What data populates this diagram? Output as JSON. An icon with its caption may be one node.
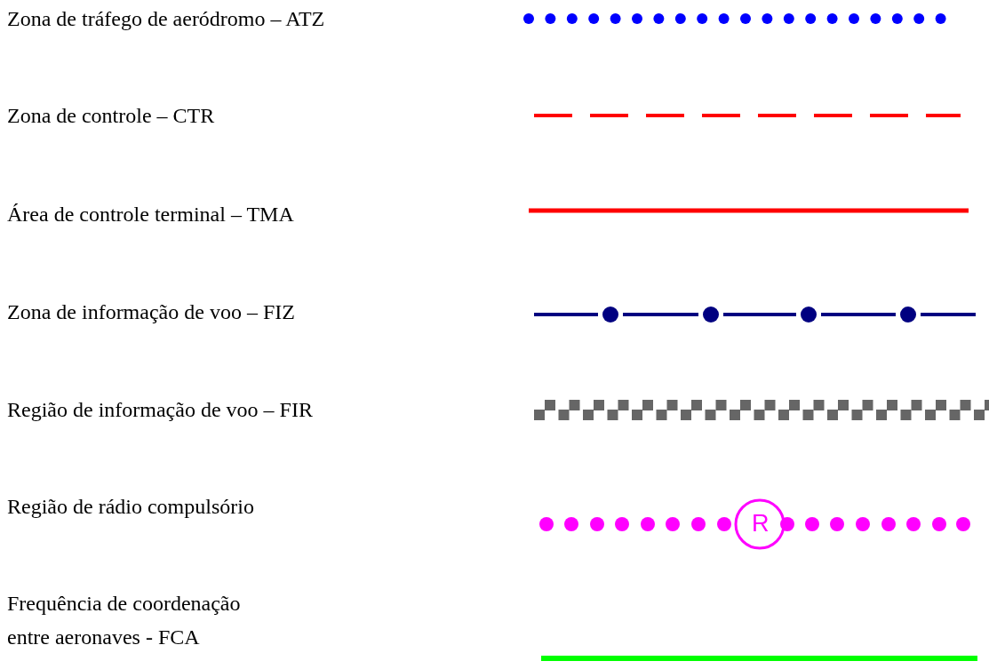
{
  "diagram": {
    "labels": [
      "R"
    ],
    "legend": [
      {
        "text": "Zona de tráfego de aeródromo – ATZ"
      },
      {
        "text": "Zona de controle – CTR"
      },
      {
        "text": "Área de controle terminal – TMA"
      },
      {
        "text": "Zona de informação de voo – FIZ"
      },
      {
        "text": "Região de informação de voo – FIR"
      },
      {
        "text": "Região de rádio compulsório"
      },
      {
        "text": "Frequência de coordenação entre aeronaves - FCA"
      }
    ]
  }
}
